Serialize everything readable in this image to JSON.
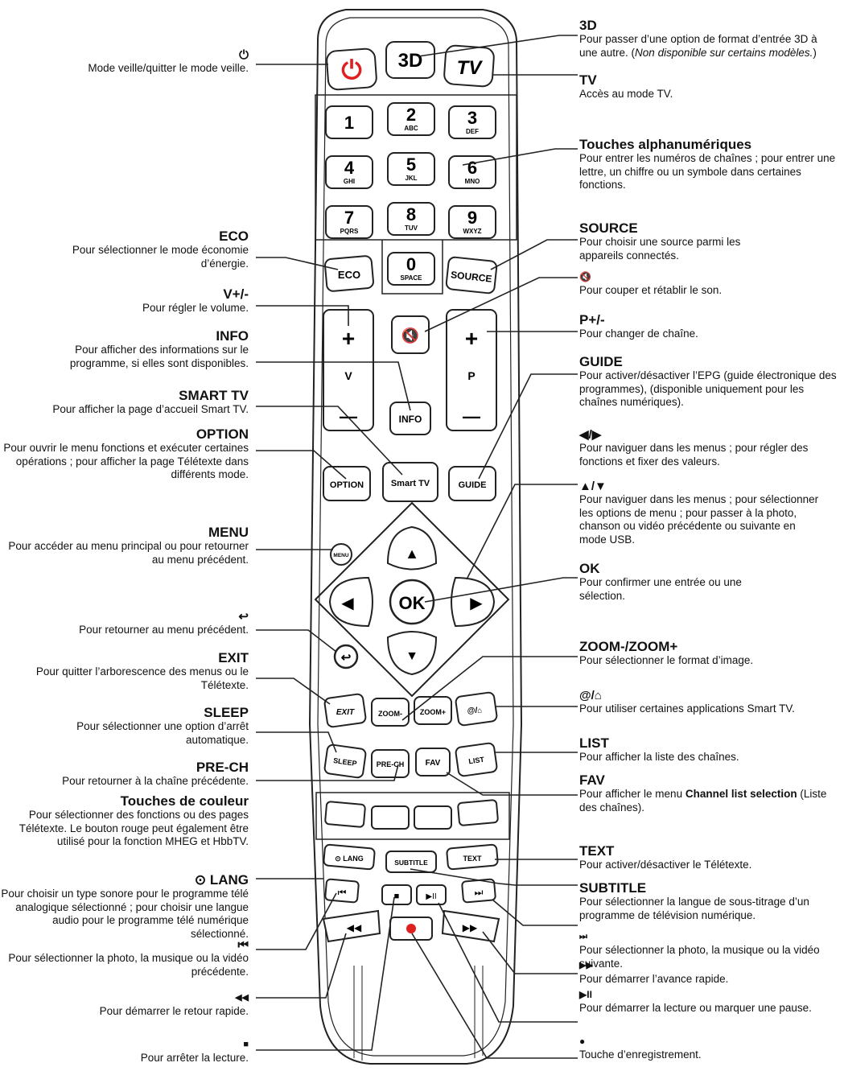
{
  "remote": {
    "keys": {
      "k1": "1",
      "k2": "2",
      "k2s": "ABC",
      "k3": "3",
      "k3s": "DEF",
      "k4": "4",
      "k4s": "GHI",
      "k5": "5",
      "k5s": "JKL",
      "k6": "6",
      "k6s": "MNO",
      "k7": "7",
      "k7s": "PQRS",
      "k8": "8",
      "k8s": "TUV",
      "k9": "9",
      "k9s": "WXYZ",
      "k0": "0",
      "k0s": "SPACE",
      "eco": "ECO",
      "source": "SOURCE",
      "info": "INFO",
      "option": "OPTION",
      "smarttv": "Smart TV",
      "guide": "GUIDE",
      "menu": "MENU",
      "ok": "OK",
      "exit": "EXIT",
      "zoomminus": "ZOOM-",
      "zoomplus": "ZOOM+",
      "at": "@/",
      "sleep": "SLEEP",
      "prech": "PRE-CH",
      "fav": "FAV",
      "list": "LIST",
      "lang": "LANG",
      "subtitle": "SUBTITLE",
      "text": "TEXT",
      "v": "V",
      "p": "P",
      "plus": "+",
      "minus": "—",
      "threeD": "3D",
      "tv": "TV"
    }
  },
  "left": {
    "power": {
      "sym": "⏻",
      "desc": "Mode veille/quitter le mode veille."
    },
    "eco": {
      "title": "ECO",
      "desc": "Pour sélectionner le mode économie d’énergie."
    },
    "vol": {
      "title": "V+/-",
      "desc": "Pour régler le volume."
    },
    "info": {
      "title": "INFO",
      "desc": "Pour afficher des informations sur le programme, si elles sont disponibles."
    },
    "smarttv": {
      "title": "SMART TV",
      "desc": "Pour afficher la page d’accueil Smart TV."
    },
    "option": {
      "title": "OPTION",
      "desc": "Pour ouvrir le menu fonctions et exécuter certaines opérations ; pour afficher la page Télétexte dans différents mode."
    },
    "menu": {
      "title": "MENU",
      "desc": "Pour accéder au menu principal ou pour retourner au menu précédent."
    },
    "back": {
      "sym": "↩",
      "desc": "Pour retourner au menu précédent."
    },
    "exit": {
      "title": "EXIT",
      "desc": "Pour quitter l’arborescence des menus ou le Télétexte."
    },
    "sleep": {
      "title": "SLEEP",
      "desc": "Pour sélectionner une option d’arrêt automatique."
    },
    "prech": {
      "title": "PRE-CH",
      "desc": "Pour retourner à la chaîne précédente."
    },
    "color": {
      "title": "Touches de couleur",
      "desc": "Pour sélectionner des fonctions ou des pages Télétexte. Le bouton rouge peut également être utilisé pour la fonction MHEG et HbbTV."
    },
    "lang": {
      "title": "LANG",
      "desc": "Pour choisir un type sonore pour le programme télé analogique sélectionné ; pour choisir une langue audio pour le programme télé numérique sélectionné."
    },
    "prev": {
      "sym": "⏮",
      "desc": "Pour sélectionner la photo, la musique ou la vidéo précédente."
    },
    "rew": {
      "sym": "◀◀",
      "desc": "Pour démarrer le retour rapide."
    },
    "stop": {
      "sym": "■",
      "desc": "Pour arrêter la lecture."
    }
  },
  "right": {
    "threeD": {
      "title": "3D",
      "desc": "Pour passer d’une option de format d’entrée 3D à une autre.",
      "note": "Non disponible sur certains modèles."
    },
    "tv": {
      "title": "TV",
      "desc": "Accès au mode TV."
    },
    "alnum": {
      "title": "Touches alphanumériques",
      "desc": "Pour entrer les numéros de chaînes ; pour entrer une lettre, un chiffre ou un symbole dans certaines fonctions."
    },
    "source": {
      "title": "SOURCE",
      "desc": "Pour choisir une source parmi les appareils connectés."
    },
    "mute": {
      "sym": "🔇",
      "desc": "Pour couper et rétablir le son."
    },
    "prog": {
      "title": "P+/-",
      "desc": "Pour changer de chaîne."
    },
    "guide": {
      "title": "GUIDE",
      "desc": "Pour activer/désactiver l’EPG (guide électronique des programmes), (disponible uniquement pour les chaînes numériques)."
    },
    "lr": {
      "sym": "◀/▶",
      "desc": "Pour naviguer dans les menus ; pour régler des fonctions et fixer des valeurs."
    },
    "ud": {
      "sym": "▲/▼",
      "desc": "Pour naviguer dans les menus ; pour sélectionner les options de menu ; pour passer à la photo, chanson ou vidéo précédente ou suivante en mode USB."
    },
    "ok": {
      "title": "OK",
      "desc": "Pour confirmer une entrée ou une sélection."
    },
    "zoom": {
      "title": "ZOOM-/ZOOM+",
      "desc": "Pour sélectionner le format d’image."
    },
    "at": {
      "sym": "@/",
      "desc": "Pour utiliser certaines applications Smart TV."
    },
    "list": {
      "title": "LIST",
      "desc": "Pour afficher la liste des chaînes."
    },
    "fav": {
      "title": "FAV",
      "desc_a": "Pour afficher le menu ",
      "desc_b": "Channel list selection",
      "desc_c": " (Liste des chaînes)."
    },
    "text": {
      "title": "TEXT",
      "desc": "Pour activer/désactiver le Télétexte."
    },
    "subtitle": {
      "title": "SUBTITLE",
      "desc": "Pour sélectionner la langue de sous-titrage d’un programme de télévision numérique."
    },
    "next": {
      "sym": "⏭",
      "desc": "Pour sélectionner la photo, la musique ou la vidéo suivante."
    },
    "ff": {
      "sym": "▶▶",
      "desc": "Pour démarrer l’avance rapide."
    },
    "play": {
      "sym": "▶II",
      "desc": "Pour démarrer la lecture ou marquer une pause."
    },
    "rec": {
      "sym": "●",
      "desc": "Touche d’enregistrement."
    }
  }
}
